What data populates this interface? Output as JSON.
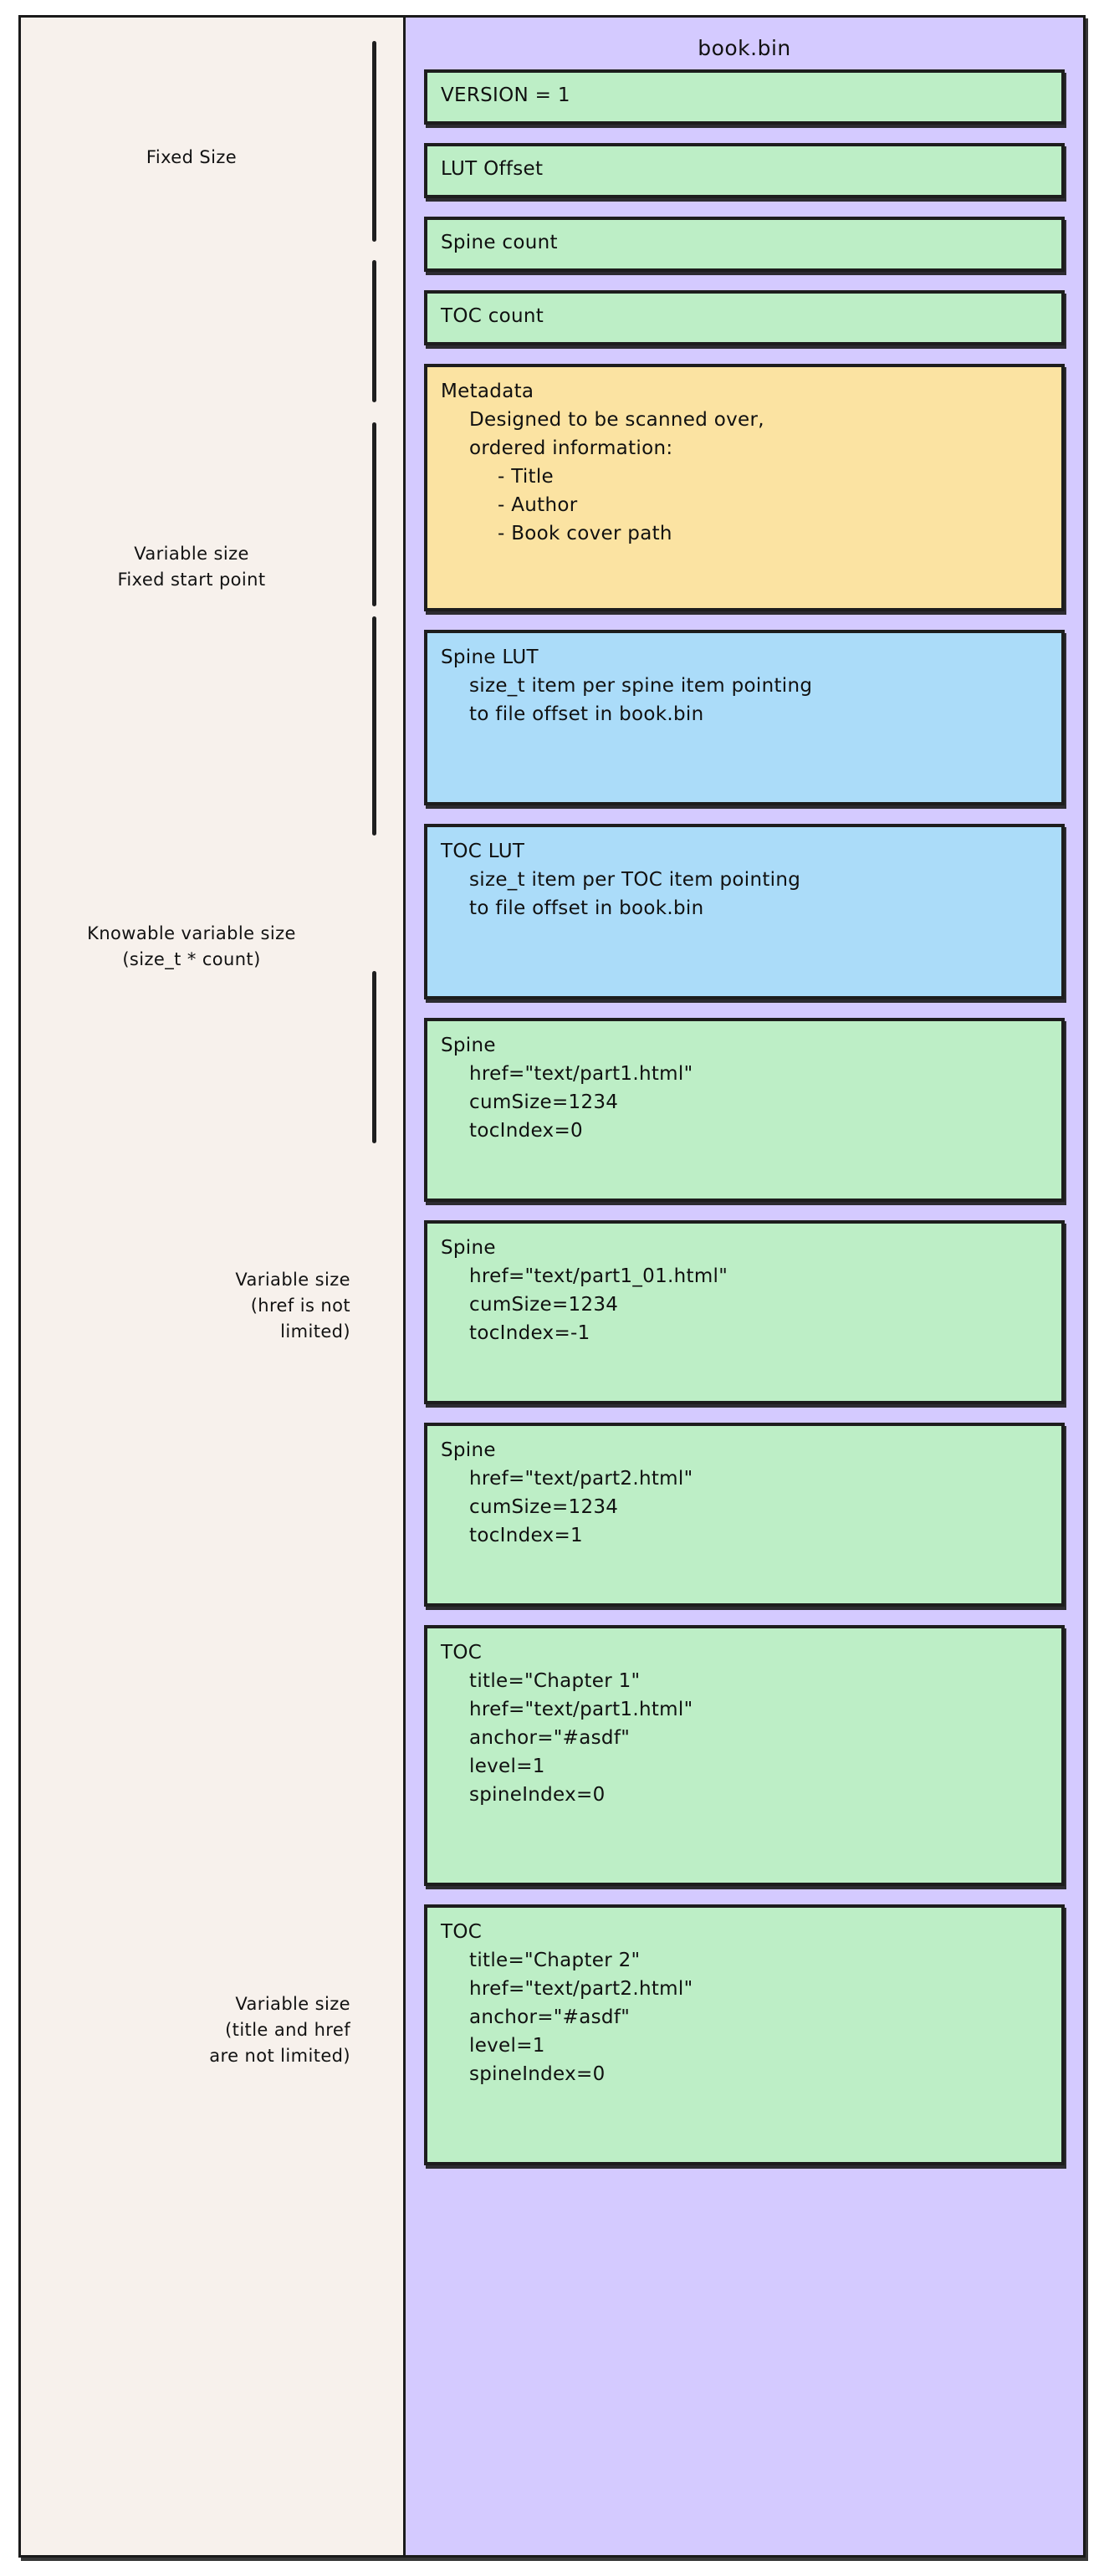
{
  "file": {
    "title": "book.bin"
  },
  "annotations": [
    {
      "text": "Fixed Size"
    },
    {
      "text": "Variable size\nFixed start point"
    },
    {
      "text": "Knowable variable size\n(size_t * count)"
    },
    {
      "text": "Variable size\n(href is not\nlimited)"
    },
    {
      "text": "Variable size\n(title and href\nare not limited)"
    }
  ],
  "blocks": [
    {
      "kind": "header-field",
      "color": "green",
      "head": "VERSION = 1"
    },
    {
      "kind": "header-field",
      "color": "green",
      "head": "LUT Offset"
    },
    {
      "kind": "header-field",
      "color": "green",
      "head": "Spine count"
    },
    {
      "kind": "header-field",
      "color": "green",
      "head": "TOC count"
    },
    {
      "kind": "metadata",
      "color": "yellow",
      "head": "Metadata",
      "body": "Designed to be scanned over,\nordered information:",
      "items": "- Title\n- Author\n- Book cover path"
    },
    {
      "kind": "spine-lut",
      "color": "blue",
      "head": "Spine LUT",
      "body": "size_t item per spine item pointing\nto file offset in book.bin"
    },
    {
      "kind": "toc-lut",
      "color": "blue",
      "head": "TOC LUT",
      "body": "size_t item per TOC item pointing\nto file offset in book.bin"
    },
    {
      "kind": "spine",
      "color": "green",
      "head": "Spine",
      "body": "href=\"text/part1.html\"\ncumSize=1234\ntocIndex=0"
    },
    {
      "kind": "spine",
      "color": "green",
      "head": "Spine",
      "body": "href=\"text/part1_01.html\"\ncumSize=1234\ntocIndex=-1"
    },
    {
      "kind": "spine",
      "color": "green",
      "head": "Spine",
      "body": "href=\"text/part2.html\"\ncumSize=1234\ntocIndex=1"
    },
    {
      "kind": "toc",
      "color": "green",
      "head": "TOC",
      "body": "title=\"Chapter 1\"\nhref=\"text/part1.html\"\nanchor=\"#asdf\"\nlevel=1\nspineIndex=0"
    },
    {
      "kind": "toc",
      "color": "green",
      "head": "TOC",
      "body": "title=\"Chapter 2\"\nhref=\"text/part2.html\"\nanchor=\"#asdf\"\nlevel=1\nspineIndex=0"
    }
  ],
  "colors": {
    "page_background": "#ffffff",
    "left_panel": "#f7f1ec",
    "file_panel": "#d4caff",
    "green_block": "#bdeec6",
    "yellow_block": "#fbe3a2",
    "blue_block": "#abdcf9",
    "stroke": "#1d1d1d"
  }
}
